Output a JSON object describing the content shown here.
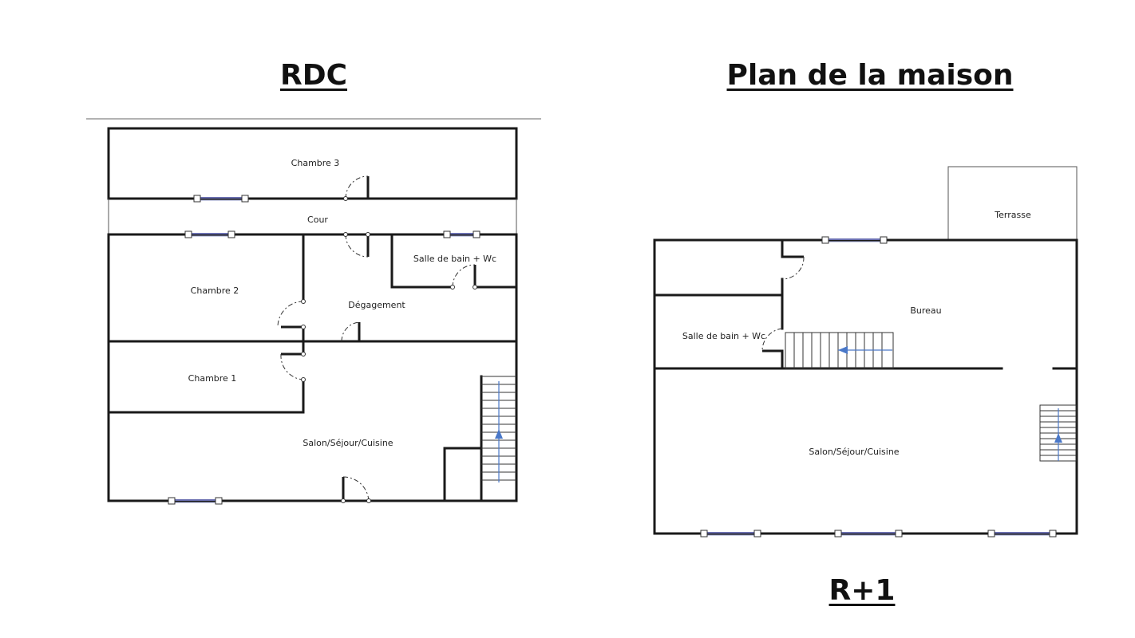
{
  "titles": {
    "rdc": "RDC",
    "main": "Plan de la maison",
    "r1": "R+1"
  },
  "rdc_rooms": {
    "chambre3": "Chambre 3",
    "cour": "Cour",
    "salle_bain": "Salle de bain + Wc",
    "chambre2": "Chambre 2",
    "degagement": "Dégagement",
    "chambre1": "Chambre 1",
    "salon": "Salon/Séjour/Cuisine"
  },
  "r1_rooms": {
    "terrasse": "Terrasse",
    "bureau": "Bureau",
    "salle_bain": "Salle de bain + Wc",
    "salon": "Salon/Séjour/Cuisine"
  },
  "colors": {
    "wall": "#1a1a1a",
    "window": "#6a6fb0",
    "stair_arrow": "#4a78c8"
  }
}
